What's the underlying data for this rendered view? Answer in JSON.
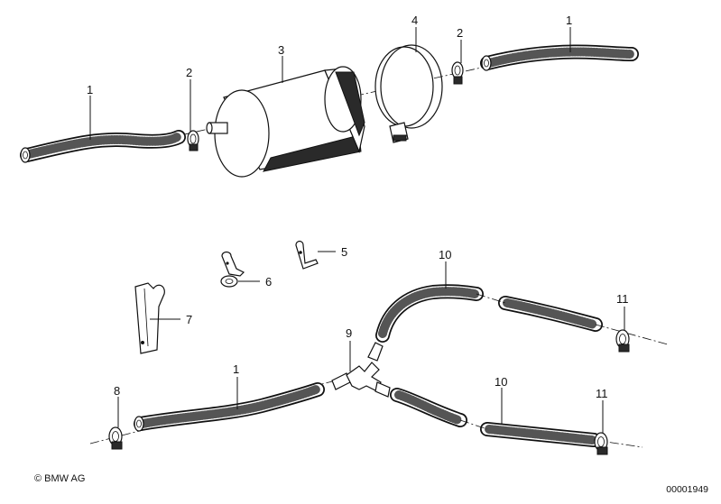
{
  "labels": {
    "top_hose_left": "1",
    "top_clamp_left": "2",
    "filter": "3",
    "filter_bracket": "4",
    "top_clamp_right": "2",
    "top_hose_right": "1",
    "bracket_5": "5",
    "clip_6": "6",
    "bracket_7": "7",
    "clamp_8": "8",
    "bottom_hose": "1",
    "connector_9": "9",
    "hose_10_upper": "10",
    "hose_10_lower": "10",
    "clamp_11_upper": "11",
    "clamp_11_lower": "11"
  },
  "footer": {
    "copyright": "© BMW AG",
    "drawing_number": "00001949"
  }
}
